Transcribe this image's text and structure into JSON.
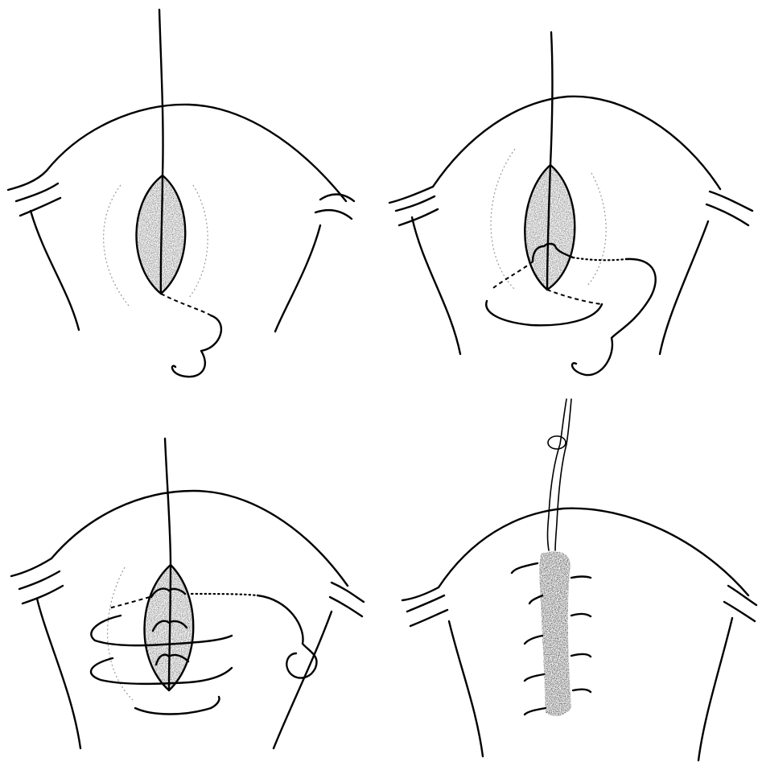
{
  "figure": {
    "panels": [
      {
        "id": "step-1"
      },
      {
        "id": "step-2"
      },
      {
        "id": "step-3"
      },
      {
        "id": "step-4"
      }
    ]
  }
}
